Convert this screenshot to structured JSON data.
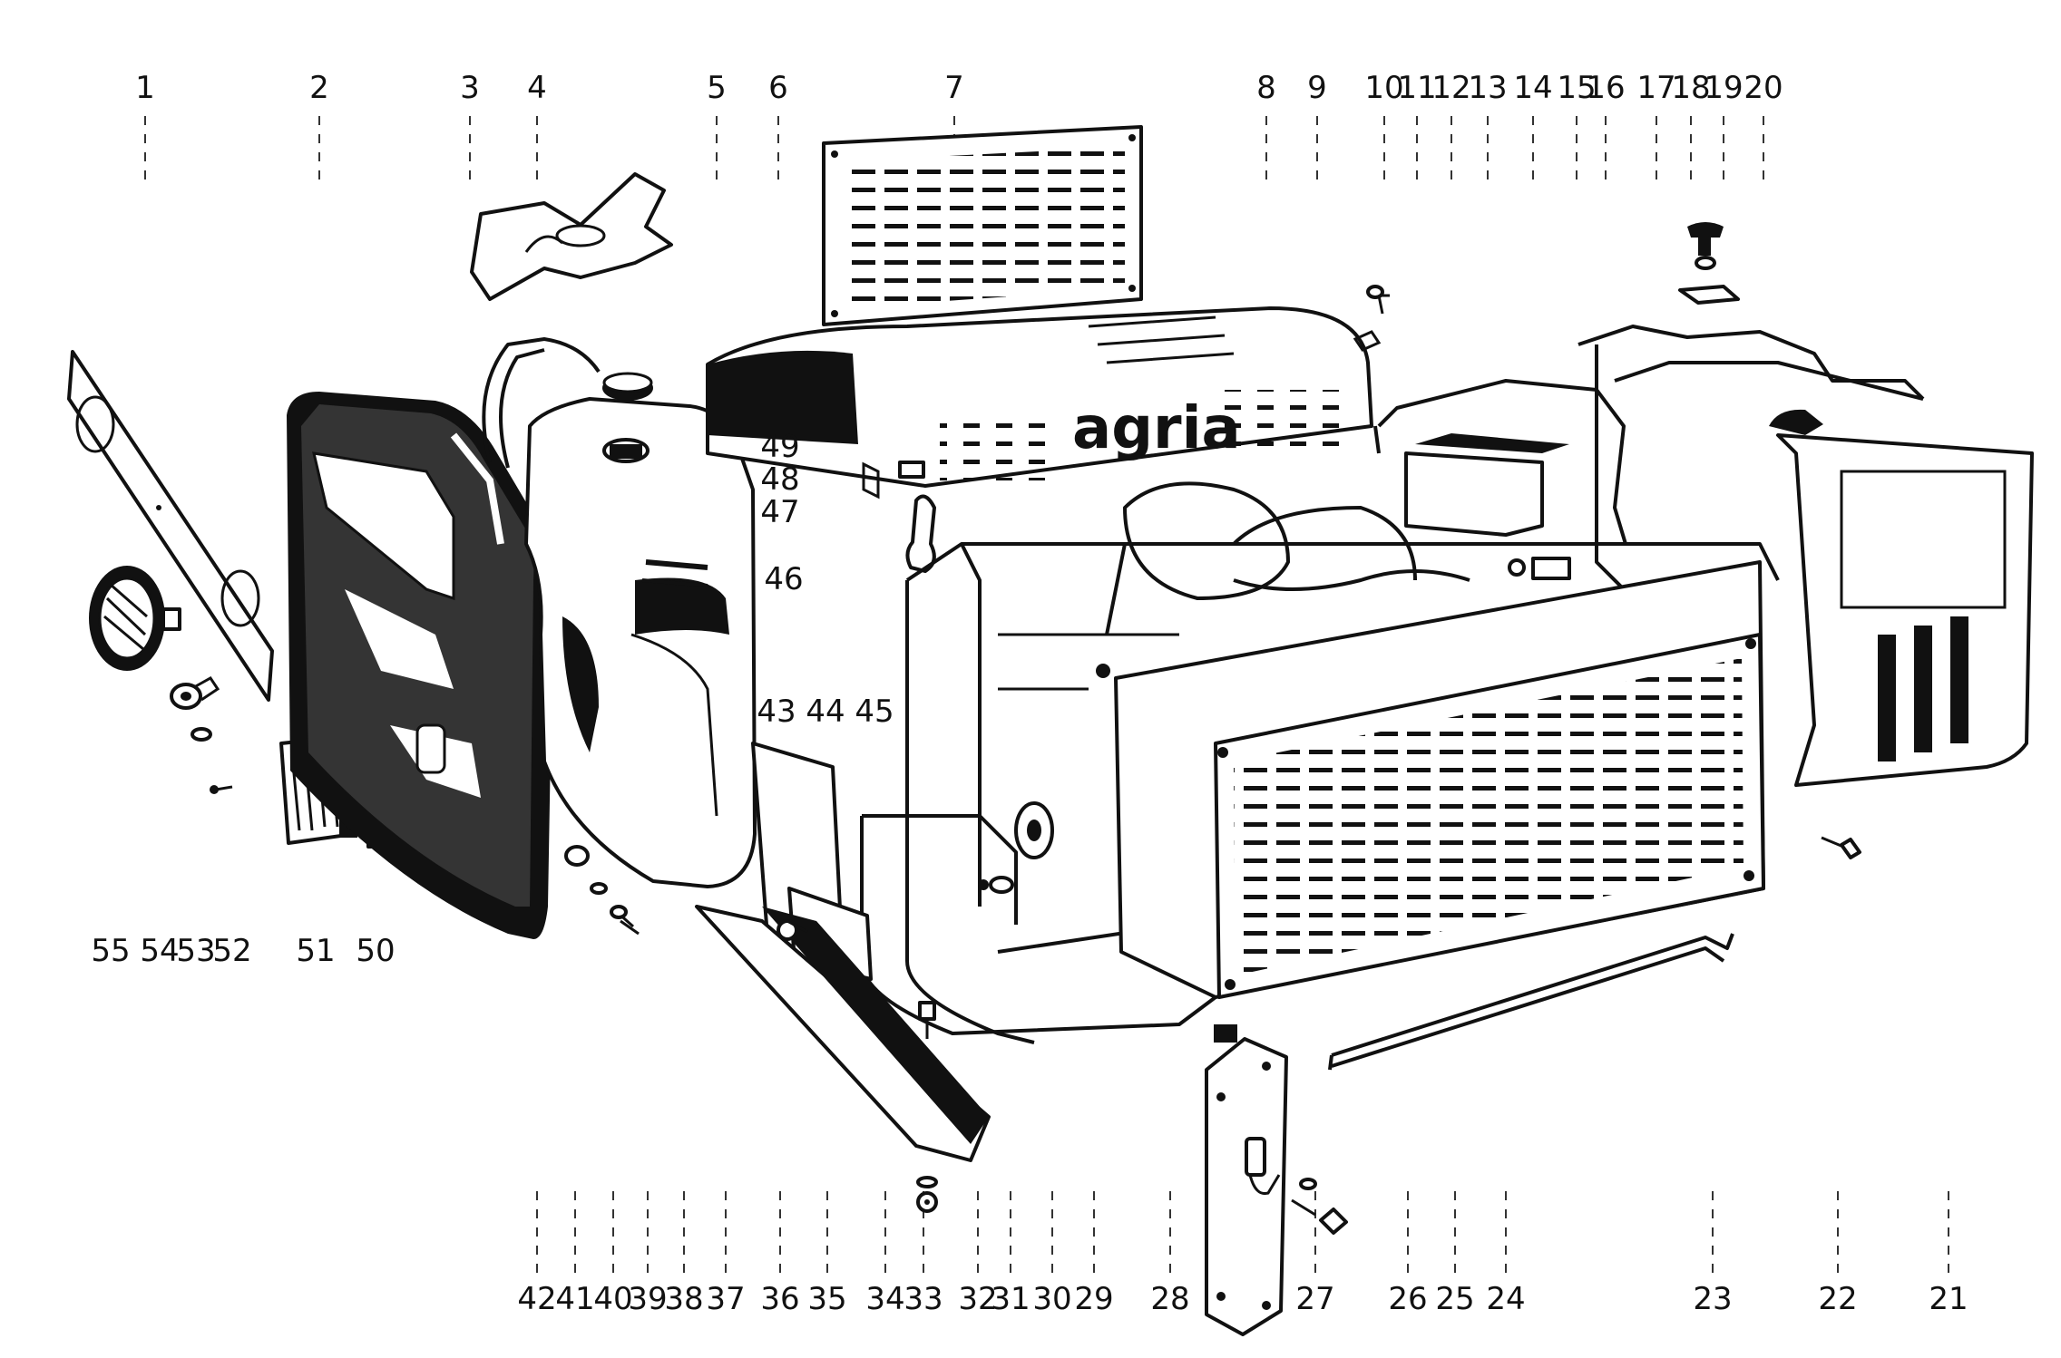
{
  "diagram": {
    "logo_text": "agria",
    "top_labels": [
      "1",
      "2",
      "3",
      "4",
      "5",
      "6",
      "7",
      "8",
      "9",
      "10",
      "11",
      "12",
      "13",
      "14",
      "15",
      "16",
      "17",
      "18",
      "19",
      "20"
    ],
    "bottom_labels": [
      "42",
      "41",
      "40",
      "39",
      "38",
      "37",
      "36",
      "35",
      "34",
      "33",
      "32",
      "31",
      "30",
      "29",
      "28",
      "27",
      "26",
      "25",
      "24",
      "23",
      "22",
      "21"
    ],
    "left_labels": [
      "55",
      "54",
      "53",
      "52",
      "51",
      "50"
    ],
    "middle_labels": [
      "49",
      "48",
      "47",
      "46",
      "43",
      "44",
      "45"
    ]
  }
}
